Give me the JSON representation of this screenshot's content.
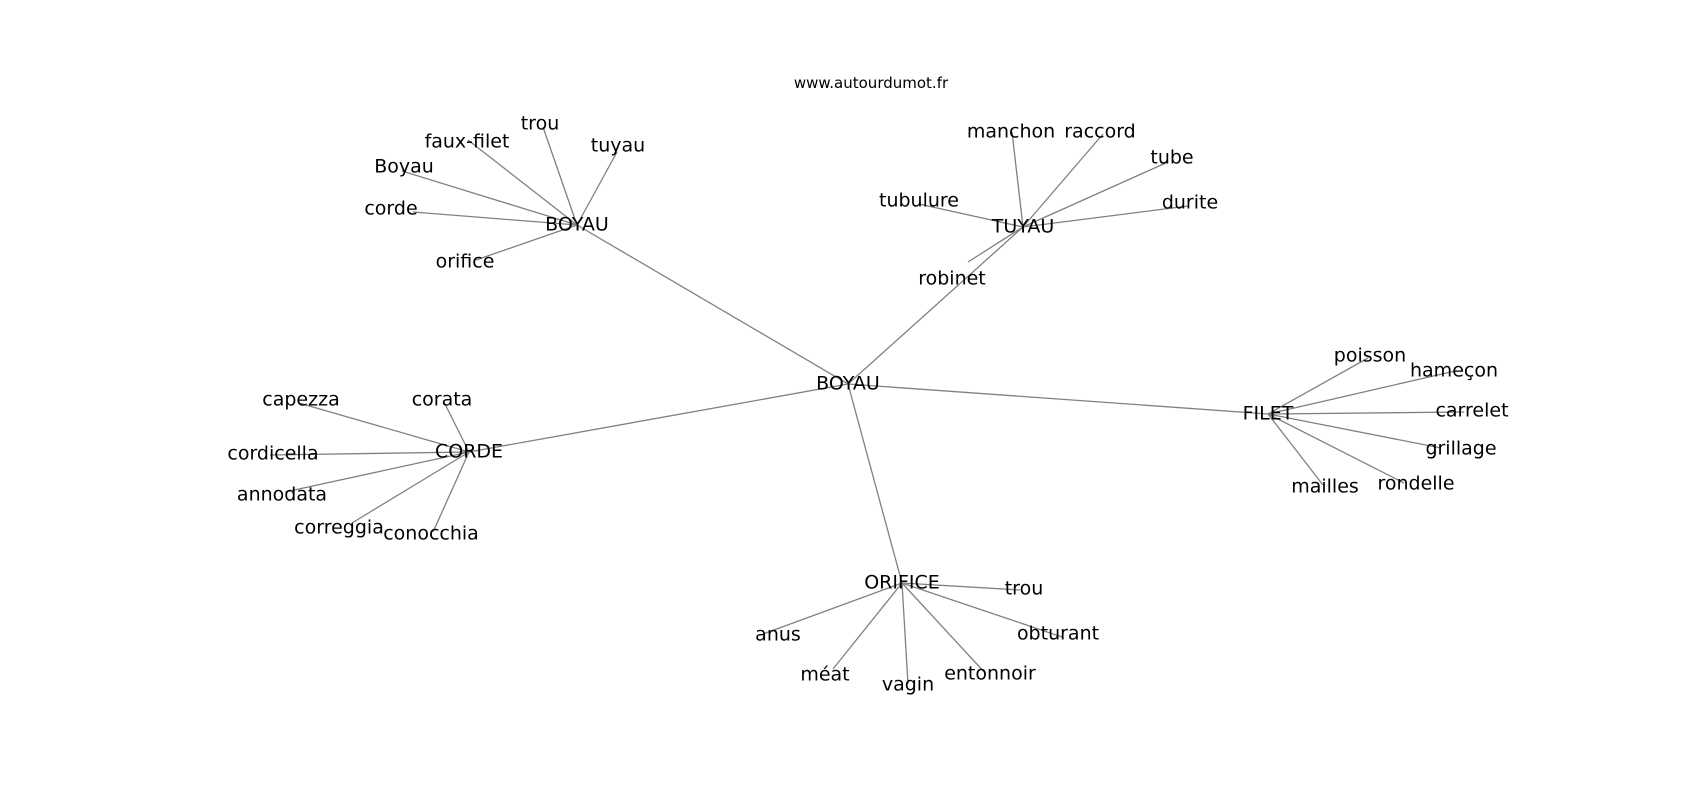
{
  "site": "www.autourdumot.fr",
  "colors": {
    "edge": "#808080",
    "text": "#000000",
    "background": "#ffffff"
  },
  "graph": {
    "center": "BOYAU",
    "clusters": [
      {
        "label": "BOYAU",
        "words": [
          "faux-filet",
          "trou",
          "tuyau",
          "Boyau",
          "corde",
          "orifice"
        ]
      },
      {
        "label": "TUYAU",
        "words": [
          "manchon",
          "raccord",
          "tube",
          "tubulure",
          "durite",
          "robinet"
        ]
      },
      {
        "label": "CORDE",
        "words": [
          "capezza",
          "corata",
          "cordicella",
          "annodata",
          "correggia",
          "conocchia"
        ]
      },
      {
        "label": "FILET",
        "words": [
          "poisson",
          "hameçon",
          "carrelet",
          "grillage",
          "rondelle",
          "mailles"
        ]
      },
      {
        "label": "ORIFICE",
        "words": [
          "trou",
          "anus",
          "obturant",
          "méat",
          "vagin",
          "entonnoir"
        ]
      }
    ]
  }
}
